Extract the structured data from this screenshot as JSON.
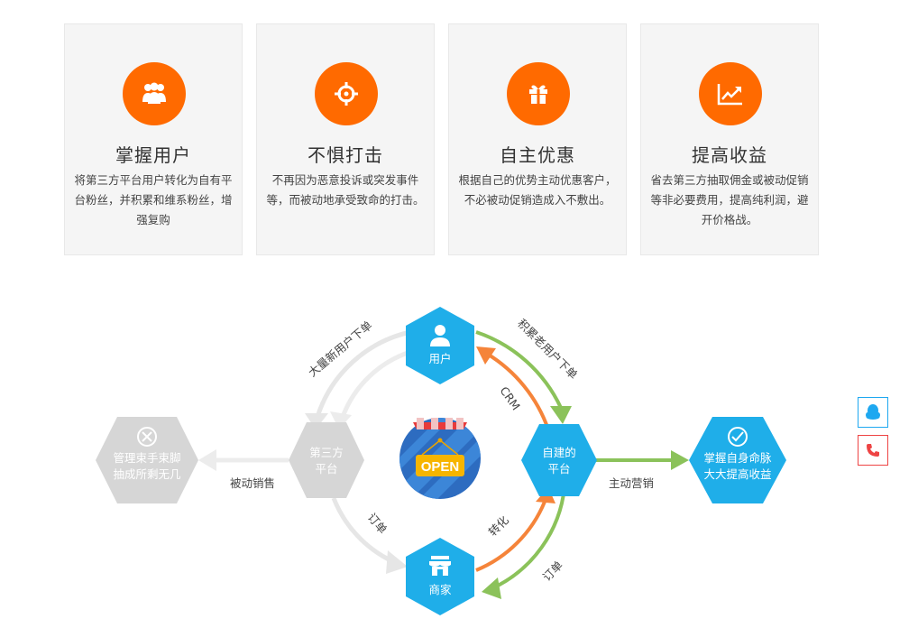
{
  "cards": [
    {
      "title": "掌握用户",
      "desc": "将第三方平台用户转化为自有平台粉丝，并积累和维系粉丝，增强复购",
      "icon": "users-icon"
    },
    {
      "title": "不惧打击",
      "desc": "不再因为恶意投诉或突发事件等，而被动地承受致命的打击。",
      "icon": "crosshair-icon"
    },
    {
      "title": "自主优惠",
      "desc": "根据自己的优势主动优惠客户，不必被动促销造成入不敷出。",
      "icon": "gift-icon"
    },
    {
      "title": "提高收益",
      "desc": "省去第三方抽取佣金或被动促销等非必要费用，提高纯利润，避开价格战。",
      "icon": "trend-chart-icon"
    }
  ],
  "diagram": {
    "nodes": {
      "user": "用户",
      "own_platform_line1": "自建的",
      "own_platform_line2": "平台",
      "merchant": "商家",
      "third_party_line1": "第三方",
      "third_party_line2": "平台",
      "constrained_line1": "管理束手束脚",
      "constrained_line2": "抽成所剩无几",
      "control_line1": "掌握自身命脉",
      "control_line2": "大大提高收益",
      "open_sign": "OPEN"
    },
    "labels": {
      "new_users_orders": "大量新用户下单",
      "old_users_orders": "积累老用户下单",
      "crm": "CRM",
      "passive_sales": "被动销售",
      "active_marketing": "主动营销",
      "order_left": "订单",
      "convert": "转化",
      "order_right": "订单"
    },
    "colors": {
      "blue": "#1faee9",
      "gray": "#d6d6d6",
      "orange": "#f5843a",
      "green": "#8bc25a",
      "arrow_gray": "#e6e6e6"
    }
  },
  "sidebar": {
    "qq_icon": "qq-penguin-icon",
    "phone_icon": "phone-icon"
  }
}
